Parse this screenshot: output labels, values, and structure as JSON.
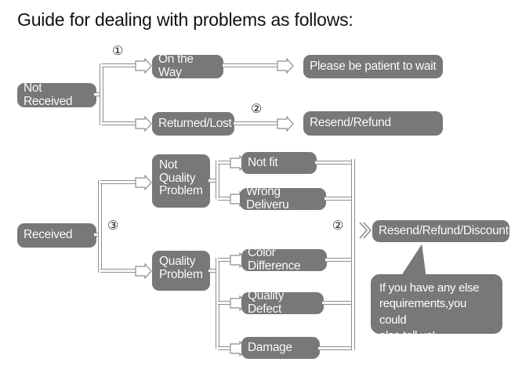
{
  "page": {
    "title": "Guide for dealing with problems as follows:",
    "background_color": "#ffffff",
    "node_color": "#787878",
    "node_text_color": "#ffffff",
    "connector_color": "#8e8e8e"
  },
  "nodes": {
    "not_received": "Not Received",
    "on_the_way": "On the Way",
    "returned_lost": "Returned/Lost",
    "please_wait": "Please be patient to wait",
    "resend_refund": "Resend/Refund",
    "received": "Received",
    "not_quality_problem_l1": "Not",
    "not_quality_problem_l2": "Quality",
    "not_quality_problem_l3": "Problem",
    "quality_problem_l1": "Quality",
    "quality_problem_l2": "Problem",
    "not_fit": "Not fit",
    "wrong_delivery": "Wrong Deliveru",
    "color_difference": "Color Difference",
    "quality_defect": "Quality Defect",
    "damage": "Damage",
    "resend_refund_discount": "Resend/Refund/Discount"
  },
  "callout": {
    "line1": "If you have any else",
    "line2": "requirements,you could",
    "line3": "also tell us!"
  },
  "markers": {
    "step1": "①",
    "step2a": "②",
    "step2b": "②",
    "step3": "③"
  },
  "flow": {
    "type": "flowchart",
    "branches": [
      {
        "root": "Not Received",
        "marker": "①",
        "children": [
          {
            "label": "On the Way",
            "outcome": "Please be patient to wait",
            "outcome_marker": ""
          },
          {
            "label": "Returned/Lost",
            "outcome": "Resend/Refund",
            "outcome_marker": "②"
          }
        ]
      },
      {
        "root": "Received",
        "marker": "③",
        "children": [
          {
            "label": "Not Quality Problem",
            "leaves": [
              "Not fit",
              "Wrong Deliveru"
            ],
            "outcome": "Resend/Refund/Discount",
            "outcome_marker": "②"
          },
          {
            "label": "Quality Problem",
            "leaves": [
              "Color Difference",
              "Quality Defect",
              "Damage"
            ],
            "outcome": "Resend/Refund/Discount",
            "outcome_marker": "②"
          }
        ]
      }
    ]
  }
}
